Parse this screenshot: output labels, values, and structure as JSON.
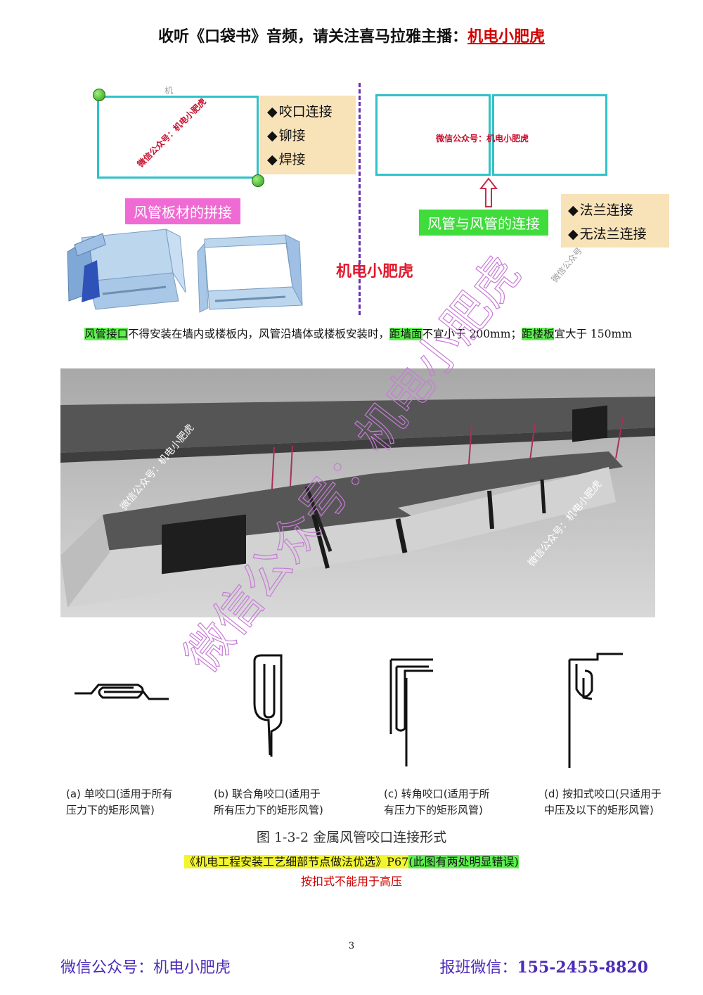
{
  "header": {
    "prefix": "收听《口袋书》音频，请关注喜马拉雅主播：",
    "host": "机电小肥虎"
  },
  "figure_top": {
    "left_methods": [
      "咬口连接",
      "铆接",
      "焊接"
    ],
    "left_label": "风管板材的拼接",
    "right_methods": [
      "法兰连接",
      "无法兰连接"
    ],
    "right_label": "风管与风管的连接",
    "center_brand": "机电小肥虎",
    "box_watermark": "微信公众号：机电小肥虎",
    "corner_watermark": "机",
    "gray_watermark": "微信公众号"
  },
  "paragraph": {
    "hl1": "风管接口",
    "t1": "不得安装在墙内或楼板内，风管沿墙体或楼板安装时，",
    "hl2": "距墙面",
    "t2": "不宜小于 200mm；",
    "hl3": "距楼板",
    "t3": "宜大于 150mm"
  },
  "photo": {
    "watermark1": "微信公众号：机电小肥虎",
    "watermark2": "微信公众号：机电小肥虎"
  },
  "seams": {
    "items": [
      {
        "line1": "(a) 单咬口(适用于所有",
        "line2": "压力下的矩形风管)"
      },
      {
        "line1": "(b) 联合角咬口(适用于",
        "line2": "所有压力下的矩形风管)"
      },
      {
        "line1": "(c) 转角咬口(适用于所",
        "line2": "有压力下的矩形风管)"
      },
      {
        "line1": "(d) 按扣式咬口(只适用于",
        "line2": "中压及以下的矩形风管)"
      }
    ],
    "figure_caption": "图 1-3-2    金属风管咬口连接形式"
  },
  "source": {
    "book": "《机电工程安装工艺细部节点做法优选》P67",
    "note": "(此图有两处明显错误)"
  },
  "warning": "按扣式不能用于高压",
  "page_number": "3",
  "footer": {
    "left": "微信公众号：机电小肥虎",
    "right_label": "报班微信：",
    "right_number": "155-2455-8820"
  },
  "overlay_watermark": "微信公众号：机电小肥虎",
  "colors": {
    "accent_red": "#d00000",
    "footer_purple": "#4b2bb8",
    "highlight_green": "#5df04f",
    "highlight_yellow": "#f2f52d",
    "box_cyan": "#2fc2c8"
  }
}
